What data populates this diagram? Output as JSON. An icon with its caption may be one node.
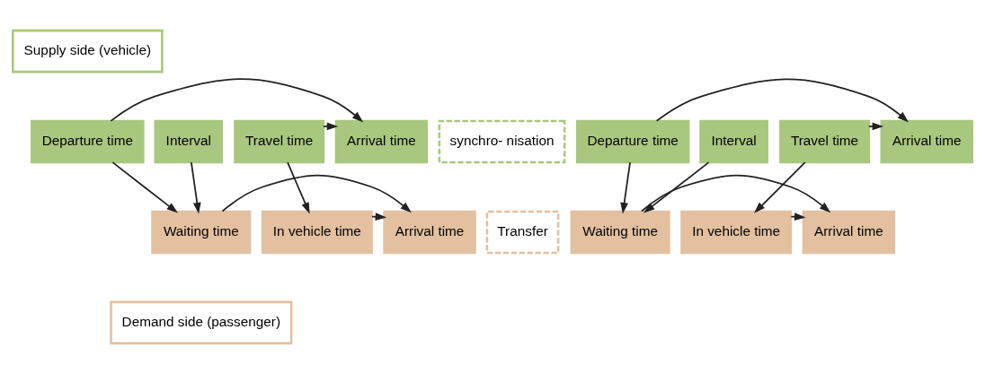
{
  "diagram": {
    "nodes": [
      {
        "text": [
          "Supply side (vehicle)"
        ]
      },
      {
        "text": [
          "Departure time"
        ]
      },
      {
        "text": [
          "Interval"
        ]
      },
      {
        "text": [
          "Travel time"
        ]
      },
      {
        "text": [
          "Arrival time"
        ]
      },
      {
        "text": [
          "synchro- nisation"
        ]
      },
      {
        "text": [
          "Departure time"
        ]
      },
      {
        "text": [
          "Interval"
        ]
      },
      {
        "text": [
          "Travel time"
        ]
      },
      {
        "text": [
          "Arrival time"
        ]
      },
      {
        "text": [
          "Waiting time"
        ]
      },
      {
        "text": [
          "In vehicle time"
        ]
      },
      {
        "text": [
          "Arrival time"
        ]
      },
      {
        "text": [
          "Transfer"
        ]
      },
      {
        "text": [
          "Waiting time"
        ]
      },
      {
        "text": [
          "In vehicle time"
        ]
      },
      {
        "text": [
          "Arrival time"
        ]
      },
      {
        "text": [
          "Demand side (passenger)"
        ]
      }
    ],
    "edges": [
      {
        "from": 1,
        "to": 4,
        "arrow": "to"
      },
      {
        "from": 3,
        "to": 4,
        "arrow": "to"
      },
      {
        "from": 6,
        "to": 9,
        "arrow": "to"
      },
      {
        "from": 8,
        "to": 9,
        "arrow": "to"
      },
      {
        "from": 1,
        "to": 10,
        "arrow": "to"
      },
      {
        "from": 2,
        "to": 10,
        "arrow": "to"
      },
      {
        "from": 3,
        "to": 11,
        "arrow": "to"
      },
      {
        "from": 11,
        "to": 12,
        "arrow": "to"
      },
      {
        "from": 10,
        "to": 12,
        "arrow": "to"
      },
      {
        "from": 6,
        "to": 14,
        "arrow": "to"
      },
      {
        "from": 7,
        "to": 14,
        "arrow": "to"
      },
      {
        "from": 8,
        "to": 15,
        "arrow": "to"
      },
      {
        "from": 15,
        "to": 16,
        "arrow": "to"
      },
      {
        "from": 14,
        "to": 16,
        "arrow": "to"
      }
    ]
  }
}
